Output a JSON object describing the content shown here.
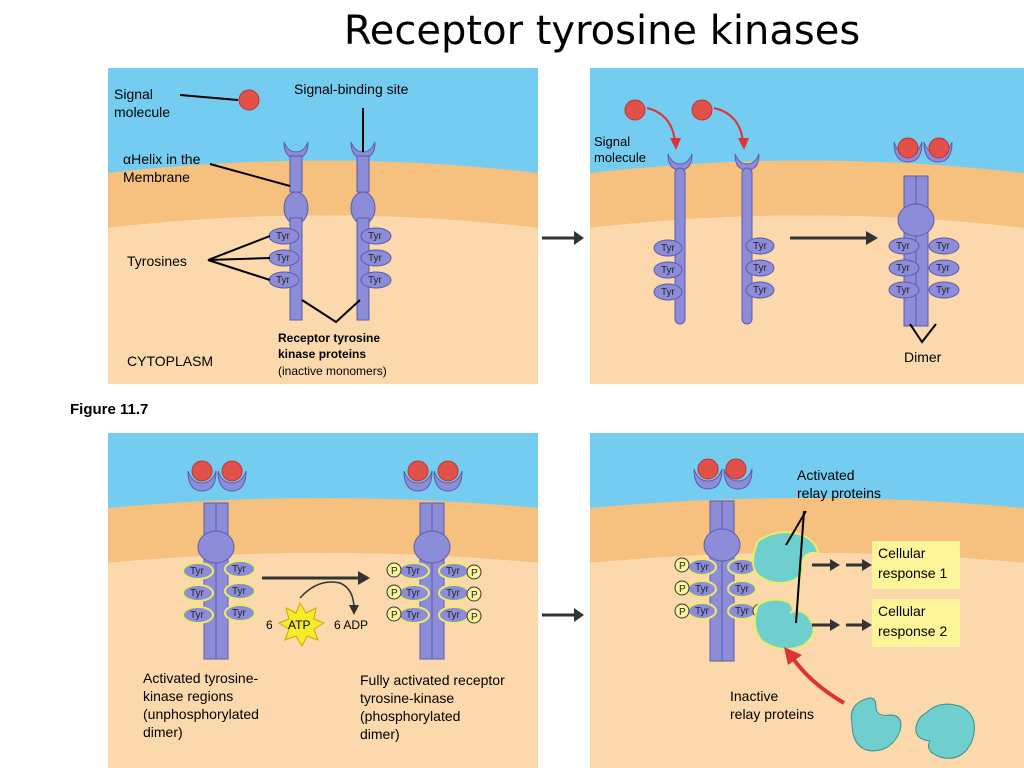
{
  "title": "Receptor tyrosine kinases",
  "figure_label": "Figure 11.7",
  "panel1": {
    "signal_molecule": "Signal\nmolecule",
    "signal_binding_site": "Signal-binding site",
    "helix_symbol": "α",
    "helix_label": "Helix in the\nMembrane",
    "tyrosines": "Tyrosines",
    "cytoplasm": "CYTOPLASM",
    "receptor_title": "Receptor tyrosine\nkinase proteins",
    "receptor_sub": "(inactive monomers)"
  },
  "panel2": {
    "signal_molecule": "Signal\nmolecule",
    "dimer": "Dimer"
  },
  "panel3": {
    "activated_regions": "Activated tyrosine-\nkinase regions\n(unphosphorylated\ndimer)",
    "fully_activated": "Fully activated receptor\ntyrosine-kinase\n(phosphorylated\ndimer)",
    "atp_count": "6",
    "atp": "ATP",
    "adp": "6 ADP"
  },
  "panel4": {
    "activated_relay": "Activated\nrelay proteins",
    "cellular_response_1": "Cellular\nresponse 1",
    "cellular_response_2": "Cellular\nresponse 2",
    "inactive_relay": "Inactive\nrelay proteins"
  },
  "tyr": "Tyr",
  "p": "P",
  "colors": {
    "extracellular": "#74cdf0",
    "membrane": "#f6c17e",
    "cytoplasm": "#fbd9ad",
    "receptor": "#8c8cd9",
    "receptor_stroke": "#5a5aa8",
    "signal": "#e2504a",
    "relay": "#6fcfcf",
    "response_box": "#fdf59a"
  }
}
